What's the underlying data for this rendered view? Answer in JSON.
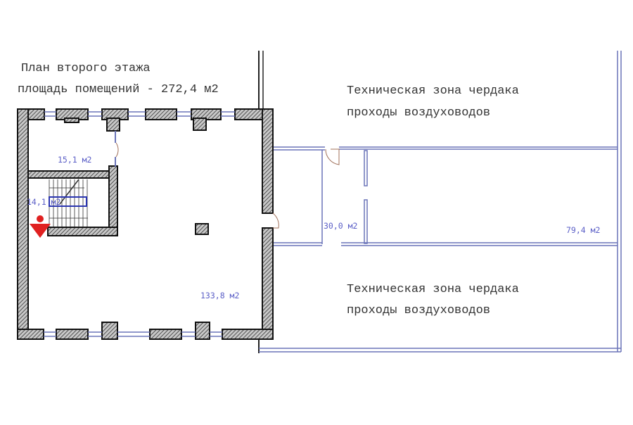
{
  "title": "План второго этажа",
  "subtitle": "площадь помещений - 272,4 м2",
  "zones": [
    {
      "line1": "Техническая зона чердака",
      "line2": "проходы воздуховодов"
    },
    {
      "line1": "Техническая зона чердака",
      "line2": "проходы воздуховодов"
    }
  ],
  "areas": {
    "room_small": "15,1 м2",
    "stair": "14,1 м2",
    "hall": "133,8 м2",
    "corridor": "30,0 м2",
    "attic_room": "79,4 м2"
  },
  "colors": {
    "wall": "#222222",
    "partition": "#6a74b8",
    "area_text": "#5b5fc7",
    "door": "#a0705a",
    "exit_marker": "#e02020"
  }
}
